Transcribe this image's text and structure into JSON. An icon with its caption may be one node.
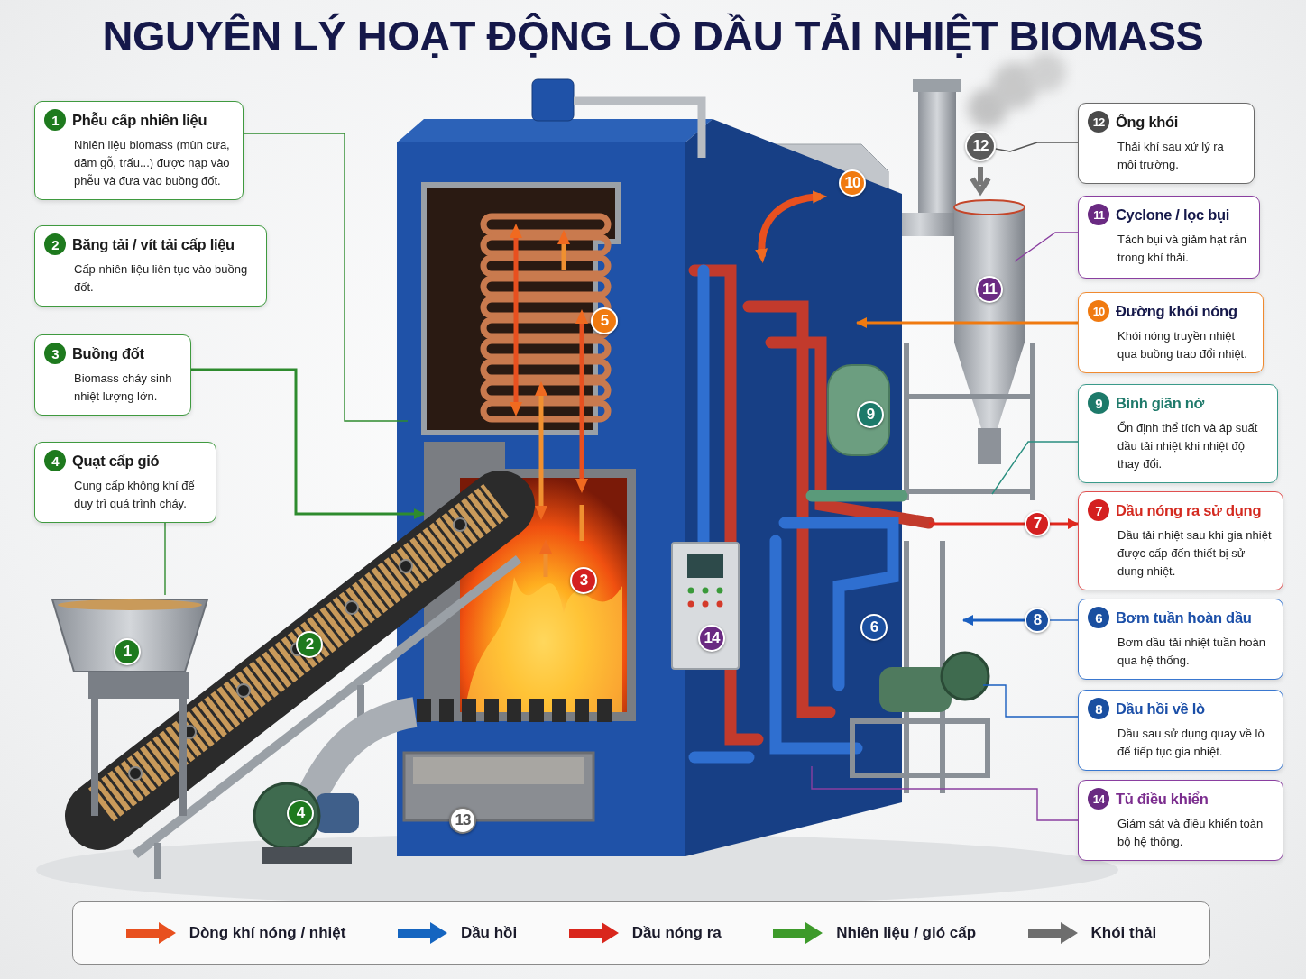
{
  "diagram": {
    "title": "NGUYÊN LÝ HOẠT ĐỘNG LÒ DẦU TẢI NHIỆT BIOMASS",
    "nodes": [
      {
        "text": [
          "1",
          "Phễu cấp nhiên liệu",
          "Nhiên liệu biomass (mùn cưa, dăm gỗ, trấu...) được nạp vào phễu và đưa vào buồng đốt."
        ]
      },
      {
        "text": [
          "2",
          "Băng tải / vít tải cấp liệu",
          "Cấp nhiên liệu liên tục vào buồng đốt."
        ]
      },
      {
        "text": [
          "3",
          "Buồng đốt",
          "Biomass cháy sinh nhiệt lượng lớn."
        ]
      },
      {
        "text": [
          "4",
          "Quạt cấp gió",
          "Cung cấp không khí để duy trì quá trình cháy."
        ]
      },
      {
        "text": [
          "12",
          "Ống khói",
          "Thải khí sau xử lý ra môi trường."
        ]
      },
      {
        "text": [
          "11",
          "Cyclone / lọc bụi",
          "Tách bụi và giảm hạt rắn trong khí thải."
        ]
      },
      {
        "text": [
          "10",
          "Đường khói nóng",
          "Khói nóng truyền nhiệt qua buồng trao đổi nhiệt."
        ]
      },
      {
        "text": [
          "9",
          "Bình giãn nở",
          "Ổn định thể tích và áp suất dầu tải nhiệt khi nhiệt độ thay đổi."
        ]
      },
      {
        "text": [
          "7",
          "Dầu nóng ra sử dụng",
          "Dầu tải nhiệt sau khi gia nhiệt được cấp đến thiết bị sử dụng nhiệt."
        ]
      },
      {
        "text": [
          "6",
          "Bơm tuần hoàn dầu",
          "Bơm dầu tải nhiệt tuần hoàn qua hệ thống."
        ]
      },
      {
        "text": [
          "8",
          "Dầu hồi về lò",
          "Dầu sau sử dụng quay về lò để tiếp tục gia nhiệt."
        ]
      },
      {
        "text": [
          "14",
          "Tủ điều khiển",
          "Giám sát và điều khiển toàn bộ hệ thống."
        ]
      },
      {
        "text": [
          "12"
        ]
      },
      {
        "text": [
          "10"
        ]
      },
      {
        "text": [
          "11"
        ]
      },
      {
        "text": [
          "5"
        ]
      },
      {
        "text": [
          "9"
        ]
      },
      {
        "text": [
          "7"
        ]
      },
      {
        "text": [
          "3"
        ]
      },
      {
        "text": [
          "8"
        ]
      },
      {
        "text": [
          "6"
        ]
      },
      {
        "text": [
          "14"
        ]
      },
      {
        "text": [
          "2"
        ]
      },
      {
        "text": [
          "1"
        ]
      },
      {
        "text": [
          "4"
        ]
      },
      {
        "text": [
          "13"
        ]
      }
    ],
    "edges": [
      {
        "from": 0,
        "to": null,
        "arrow": "none",
        "color": "#2e8b2e"
      },
      {
        "from": 2,
        "to": null,
        "arrow": "to",
        "color": "#2e8b2e"
      },
      {
        "from": 3,
        "to": null,
        "arrow": "none",
        "color": "#2e8b2e"
      },
      {
        "from": 4,
        "to": 12,
        "arrow": "none",
        "color": "#555555"
      },
      {
        "from": 5,
        "to": null,
        "arrow": "none",
        "color": "#8a3fa0"
      },
      {
        "from": 6,
        "to": null,
        "arrow": "to",
        "color": "#f07a10"
      },
      {
        "from": 7,
        "to": null,
        "arrow": "none",
        "color": "#2a8f80"
      },
      {
        "from": null,
        "to": 17,
        "arrow": "none",
        "color": "#e0281e"
      },
      {
        "from": 17,
        "to": 8,
        "arrow": "to",
        "color": "#e0281e"
      },
      {
        "from": 9,
        "to": 19,
        "arrow": "none",
        "color": "#1a5fc0"
      },
      {
        "from": 19,
        "to": null,
        "arrow": "to",
        "color": "#1a5fc0"
      },
      {
        "from": 10,
        "to": null,
        "arrow": "none",
        "color": "#1a5fc0"
      },
      {
        "from": 11,
        "to": null,
        "arrow": "none",
        "color": "#8a3fa0"
      }
    ],
    "legend": [
      {
        "text": "Dòng khí nóng / nhiệt",
        "color": "#e8501f"
      },
      {
        "text": "Dầu hồi",
        "color": "#1565c0"
      },
      {
        "text": "Dầu nóng ra",
        "color": "#d9261c"
      },
      {
        "text": "Nhiên liệu / gió cấp",
        "color": "#3d9a2a"
      },
      {
        "text": "Khói thải",
        "color": "#6e6e6e"
      }
    ]
  }
}
